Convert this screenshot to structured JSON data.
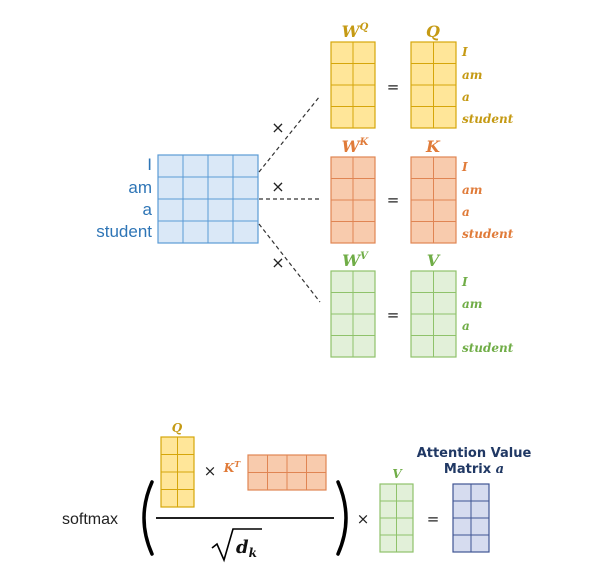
{
  "colors": {
    "input_fill": "#dae8f7",
    "input_stroke": "#5b9bd5",
    "input_text": "#2e75b6",
    "query_fill": "#ffe699",
    "query_stroke": "#d6a60a",
    "query_text": "#c59a14",
    "key_fill": "#f8cbad",
    "key_stroke": "#e08553",
    "key_text": "#e07b39",
    "value_fill": "#e2f0d9",
    "value_stroke": "#8fc26b",
    "value_text": "#70ad47",
    "attn_fill": "#d6dcef",
    "attn_stroke": "#3f5593",
    "attn_text": "#203864",
    "line": "#333333"
  },
  "input_words": [
    "I",
    "am",
    "a",
    "student"
  ],
  "weights": {
    "query": {
      "base": "W",
      "sup": "Q"
    },
    "key": {
      "base": "W",
      "sup": "K"
    },
    "value": {
      "base": "W",
      "sup": "V"
    }
  },
  "outputs": {
    "query": "Q",
    "key": "K",
    "value": "V"
  },
  "output_words": [
    "I",
    "am",
    "a",
    "student"
  ],
  "operators": {
    "times": "×",
    "equals": "="
  },
  "formula": {
    "softmax": "softmax",
    "q_label": "Q",
    "k_label": "K",
    "k_sup": "T",
    "v_label": "V",
    "dk_base": "d",
    "dk_sub": "k",
    "attention_line1": "Attention Value",
    "attention_line2": "Matrix",
    "attention_symbol": "a"
  }
}
